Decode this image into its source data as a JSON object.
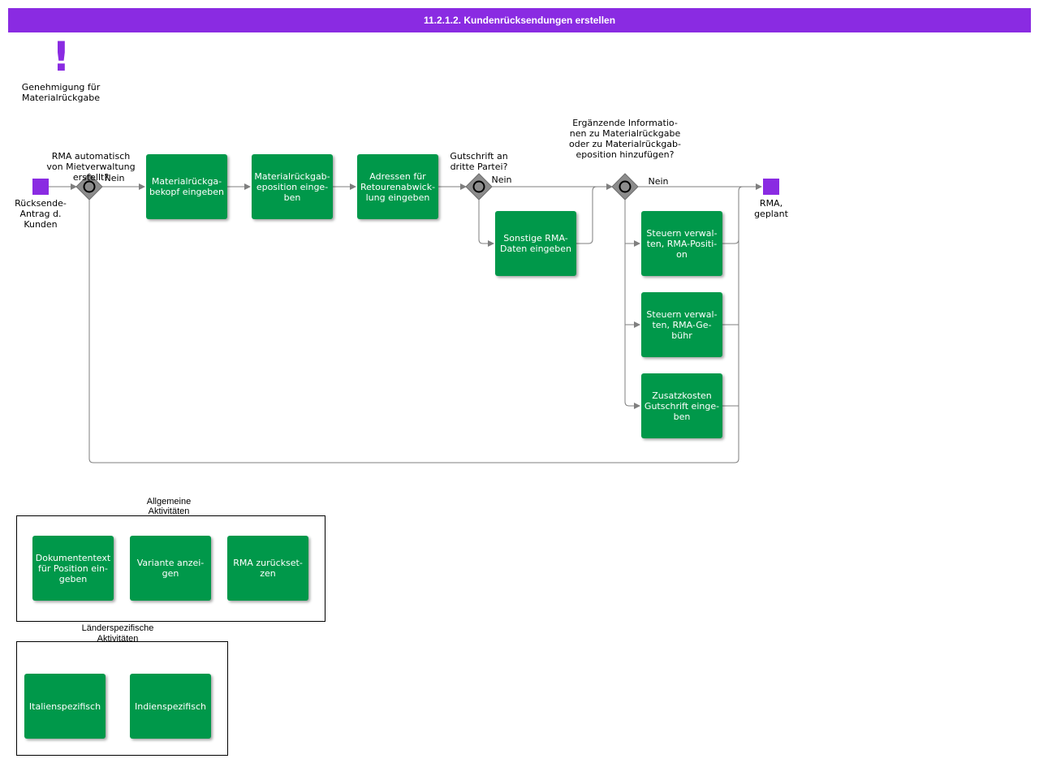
{
  "title": "11.2.1.2. Kundenrücksendungen erstellen",
  "annotation": {
    "icon": "exclamation-icon",
    "glyph": "!",
    "label": "Genehmigung für\nMaterialrückgabe"
  },
  "events": {
    "start": "Rücksende-\nAntrag d.\nKunden",
    "end": "RMA,\ngeplant"
  },
  "gateways": {
    "g1": {
      "question": "RMA automatisch\nvon Mietverwaltung\nerstellt?",
      "no_label": "Nein"
    },
    "g2": {
      "question": "Gutschrift an\ndritte Partei?",
      "no_label": "Nein"
    },
    "g3": {
      "question": "Ergänzende Informatio-\nnen zu Materialrückgabe\noder zu Materialrückgab-\neposition hinzufügen?",
      "no_label": "Nein"
    }
  },
  "tasks": {
    "header": "Materialrückga-\nbekopf eingeben",
    "position": "Materialrückgab-\neposition einge-\nben",
    "address": "Adressen für\nRetourenabwick-\nlung eingeben",
    "other": "Sonstige RMA-\nDaten eingeben",
    "tax_position": "Steuern verwal-\nten, RMA-Positi-\non",
    "tax_fee": "Steuern verwal-\nten, RMA-Ge-\nbühr",
    "extra_cost": "Zusatzkosten\nGutschrift einge-\nben"
  },
  "groups": {
    "general": {
      "label": "Allgemeine\nAktivitäten",
      "items": [
        "Dokumententext\nfür Position ein-\ngeben",
        "Variante anzei-\ngen",
        "RMA zurückset-\nzen"
      ]
    },
    "country": {
      "label": "Länderspezifische\nAktivitäten",
      "items": [
        "Italienspezifisch",
        "Indienspezifisch"
      ]
    }
  },
  "colors": {
    "title_bar": "#8a2be2",
    "task": "#00984a",
    "event": "#8a2be2",
    "gateway": "#8c8c8c",
    "connector": "#7f7f7f"
  }
}
